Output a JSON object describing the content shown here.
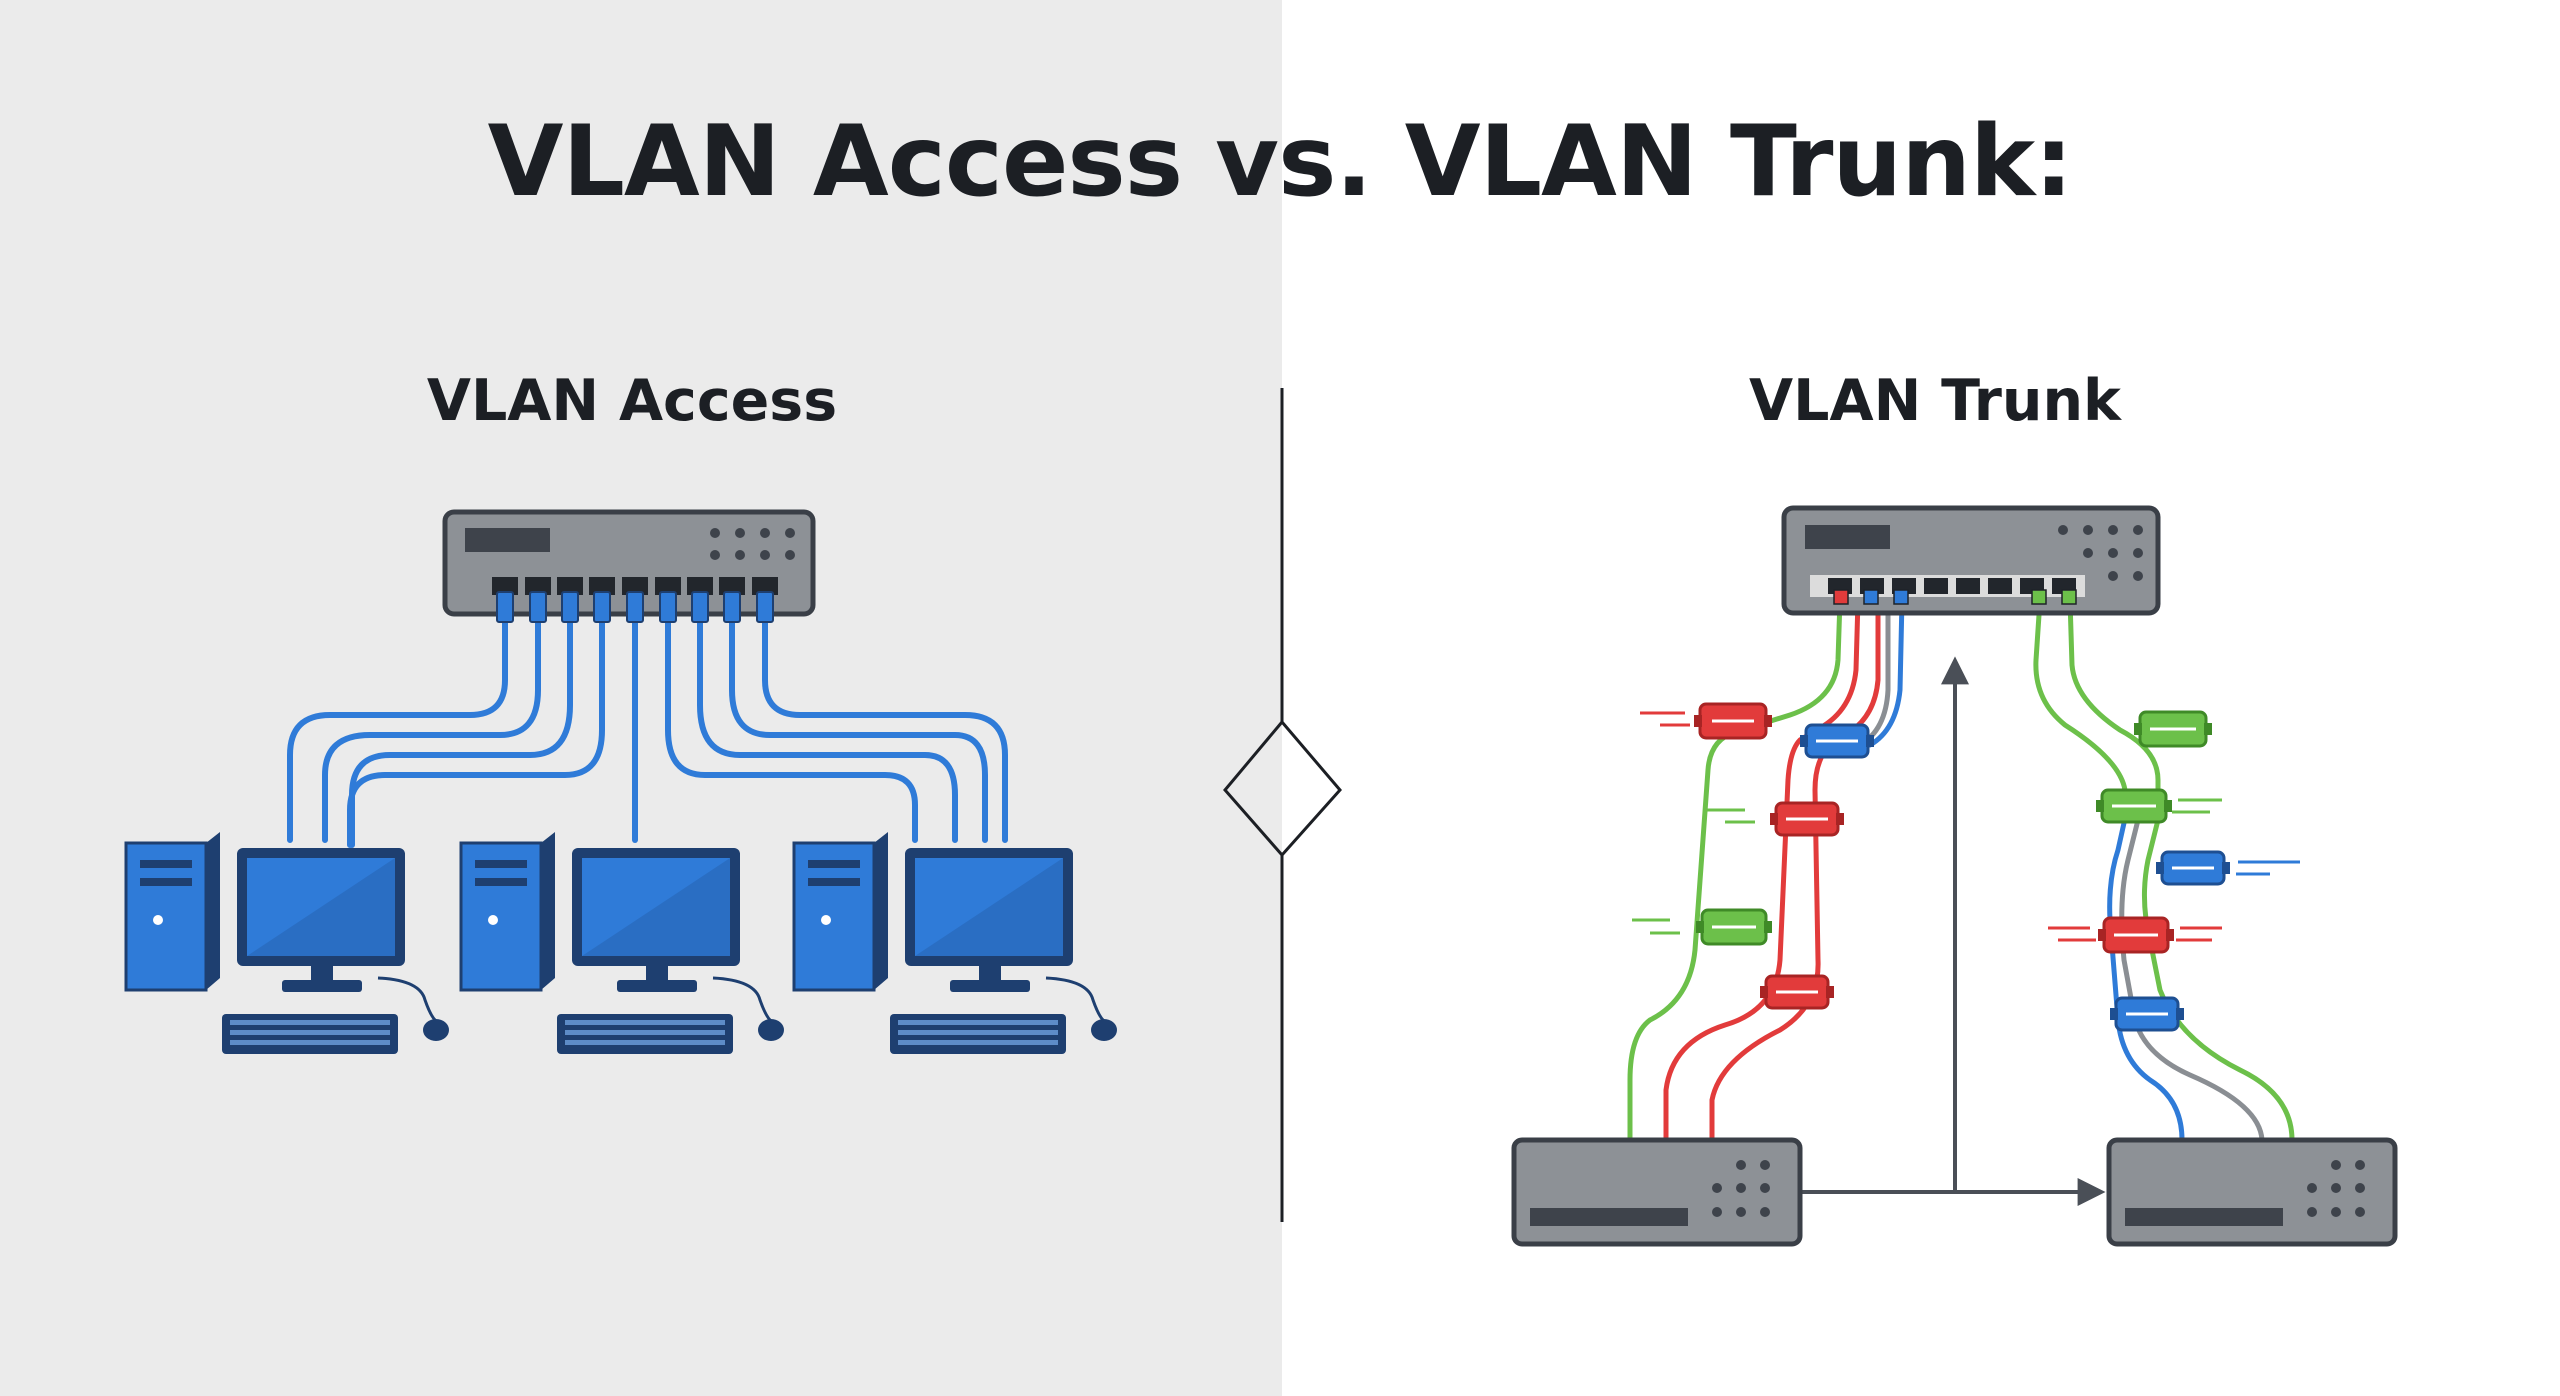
{
  "header": {
    "title": "VLAN Access vs. VLAN Trunk:"
  },
  "access": {
    "title": "VLAN Access",
    "cable_color": "#2f7bd8",
    "computer_count": 3
  },
  "trunk": {
    "title": "VLAN Trunk",
    "vlan_colors": {
      "red": "#e23b3b",
      "blue": "#2f7bd8",
      "green": "#6cc04a",
      "gray": "#8a8e93"
    }
  },
  "colors": {
    "left_background": "#ebebeb",
    "right_background": "#ffffff",
    "device_body": "#8d9196",
    "device_outline": "#3a3f47",
    "monitor_blue": "#2f7bd8",
    "tower_navy": "#1e3f70"
  }
}
